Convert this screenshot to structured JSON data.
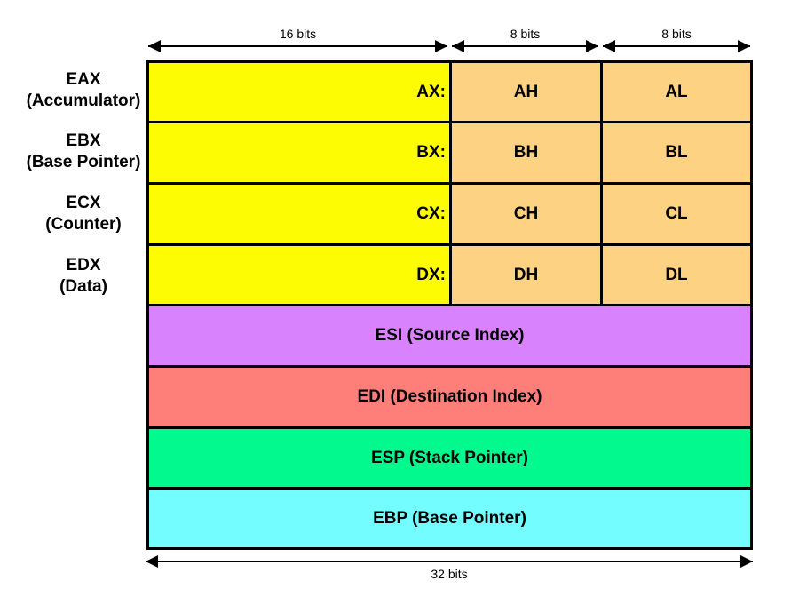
{
  "top_bits": {
    "left": "16 bits",
    "middle": "8 bits",
    "right": "8 bits"
  },
  "bottom_bits": "32 bits",
  "general_registers": [
    {
      "name": "EAX",
      "role": "(Accumulator)",
      "sub16": "AX:",
      "high8": "AH",
      "low8": "AL"
    },
    {
      "name": "EBX",
      "role": "(Base Pointer)",
      "sub16": "BX:",
      "high8": "BH",
      "low8": "BL"
    },
    {
      "name": "ECX",
      "role": "(Counter)",
      "sub16": "CX:",
      "high8": "CH",
      "low8": "CL"
    },
    {
      "name": "EDX",
      "role": "(Data)",
      "sub16": "DX:",
      "high8": "DH",
      "low8": "DL"
    }
  ],
  "full_registers": [
    {
      "label": "ESI (Source Index)",
      "color": "#d882fd"
    },
    {
      "label": "EDI (Destination Index)",
      "color": "#fe7e79"
    },
    {
      "label": "ESP (Stack Pointer)",
      "color": "#02f98e"
    },
    {
      "label": "EBP (Base Pointer)",
      "color": "#73fdfe"
    }
  ],
  "colors": {
    "upper16": "#fdfc02",
    "lower8": "#fdd282"
  }
}
